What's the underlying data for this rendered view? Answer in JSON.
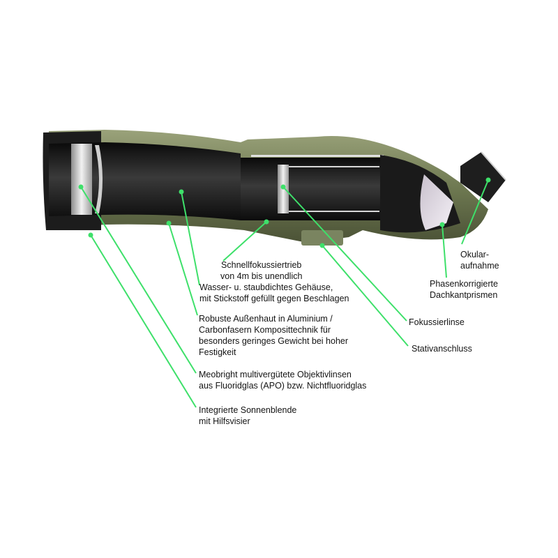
{
  "diagram": {
    "subject": "Spektiv Schnittzeichnung",
    "accent_line_color": "#3ee06a",
    "body_color": "#7a8560",
    "labels": [
      {
        "id": "fast-focus",
        "lines": [
          "Schnellfokussiertrieb",
          "von 4m bis unendlich"
        ]
      },
      {
        "id": "housing",
        "lines": [
          "Wasser- u. staubdichtes Gehäuse,",
          "mit Stickstoff gefüllt gegen Beschlagen"
        ]
      },
      {
        "id": "outer-skin",
        "lines": [
          "Robuste Außenhaut in  Aluminium /",
          "Carbonfasern Komposittechnik für",
          "besonders geringes Gewicht bei hoher",
          "Festigkeit"
        ]
      },
      {
        "id": "objective",
        "lines": [
          "Meobright multivergütete Objektivlinsen",
          "aus Fluoridglas (APO)  bzw. Nichtfluoridglas"
        ]
      },
      {
        "id": "sunshade",
        "lines": [
          "Integrierte Sonnenblende",
          "mit Hilfsvisier"
        ]
      },
      {
        "id": "focus-lens",
        "lines": [
          "Fokussierlinse"
        ]
      },
      {
        "id": "tripod-mount",
        "lines": [
          "Stativanschluss"
        ]
      },
      {
        "id": "eyepiece-mount",
        "lines": [
          "Okular-",
          "aufnahme"
        ]
      },
      {
        "id": "prisms",
        "lines": [
          "Phasenkorrigierte",
          "Dachkantprismen"
        ]
      }
    ]
  }
}
